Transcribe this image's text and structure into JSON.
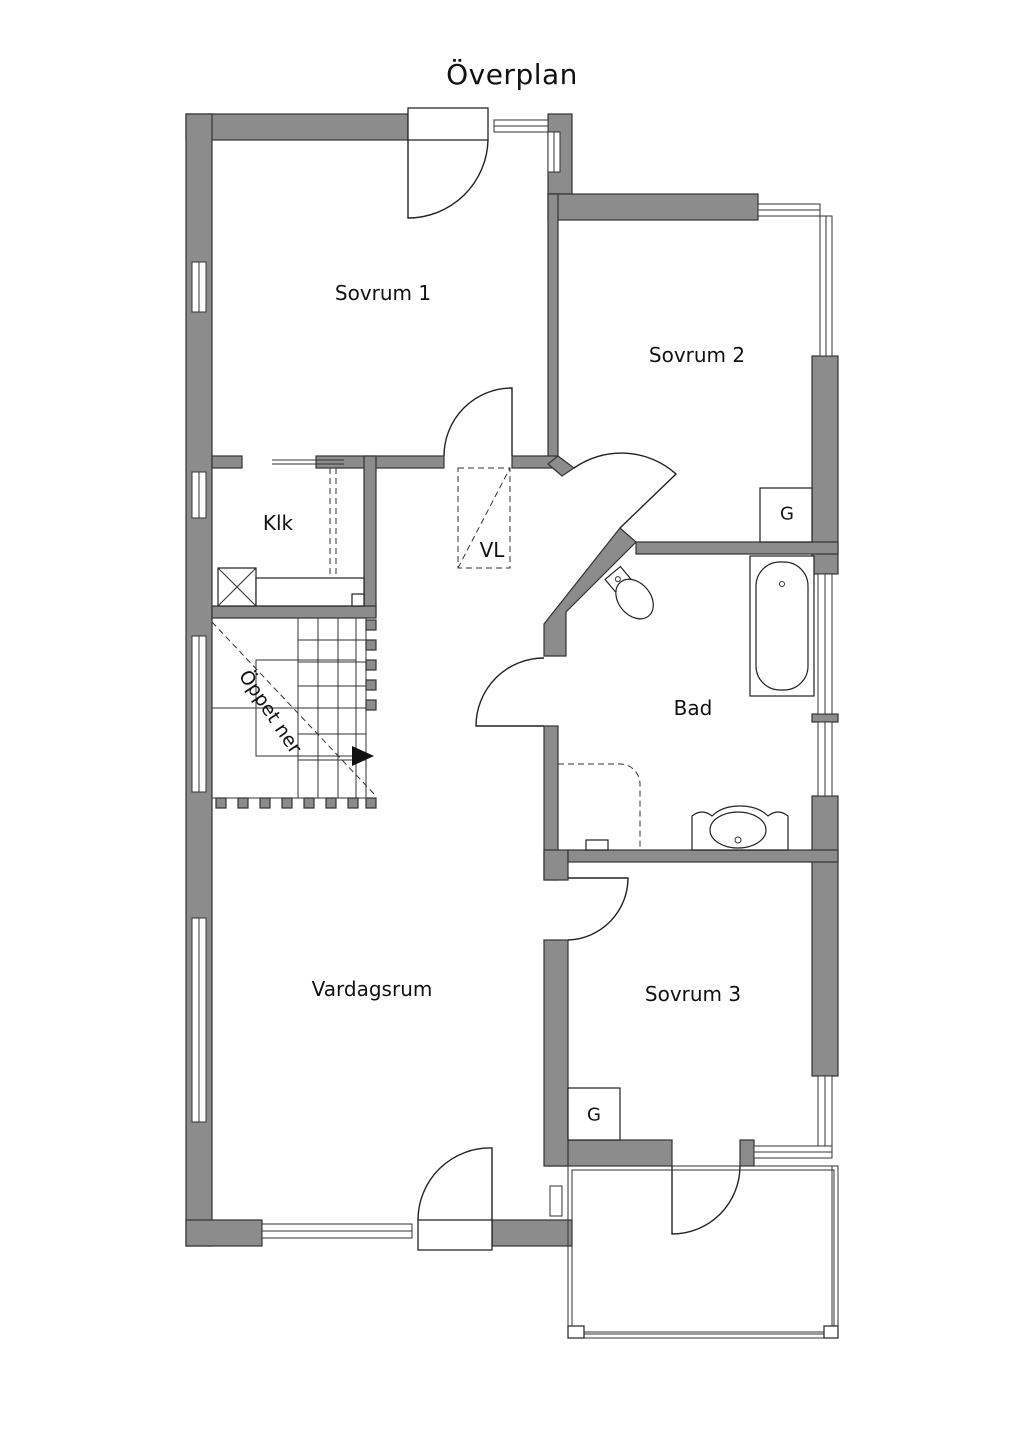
{
  "plan": {
    "title": "Överplan",
    "rooms": {
      "sovrum1": "Sovrum 1",
      "sovrum2": "Sovrum 2",
      "sovrum3": "Sovrum 3",
      "bad": "Bad",
      "vardagsrum": "Vardagsrum",
      "klk": "Klk",
      "vl": "VL"
    },
    "stair_label": "Öppet ner",
    "wardrobe_label": "G"
  },
  "colors": {
    "wall": "#8c8c8c",
    "line": "#222222",
    "background": "#ffffff"
  }
}
